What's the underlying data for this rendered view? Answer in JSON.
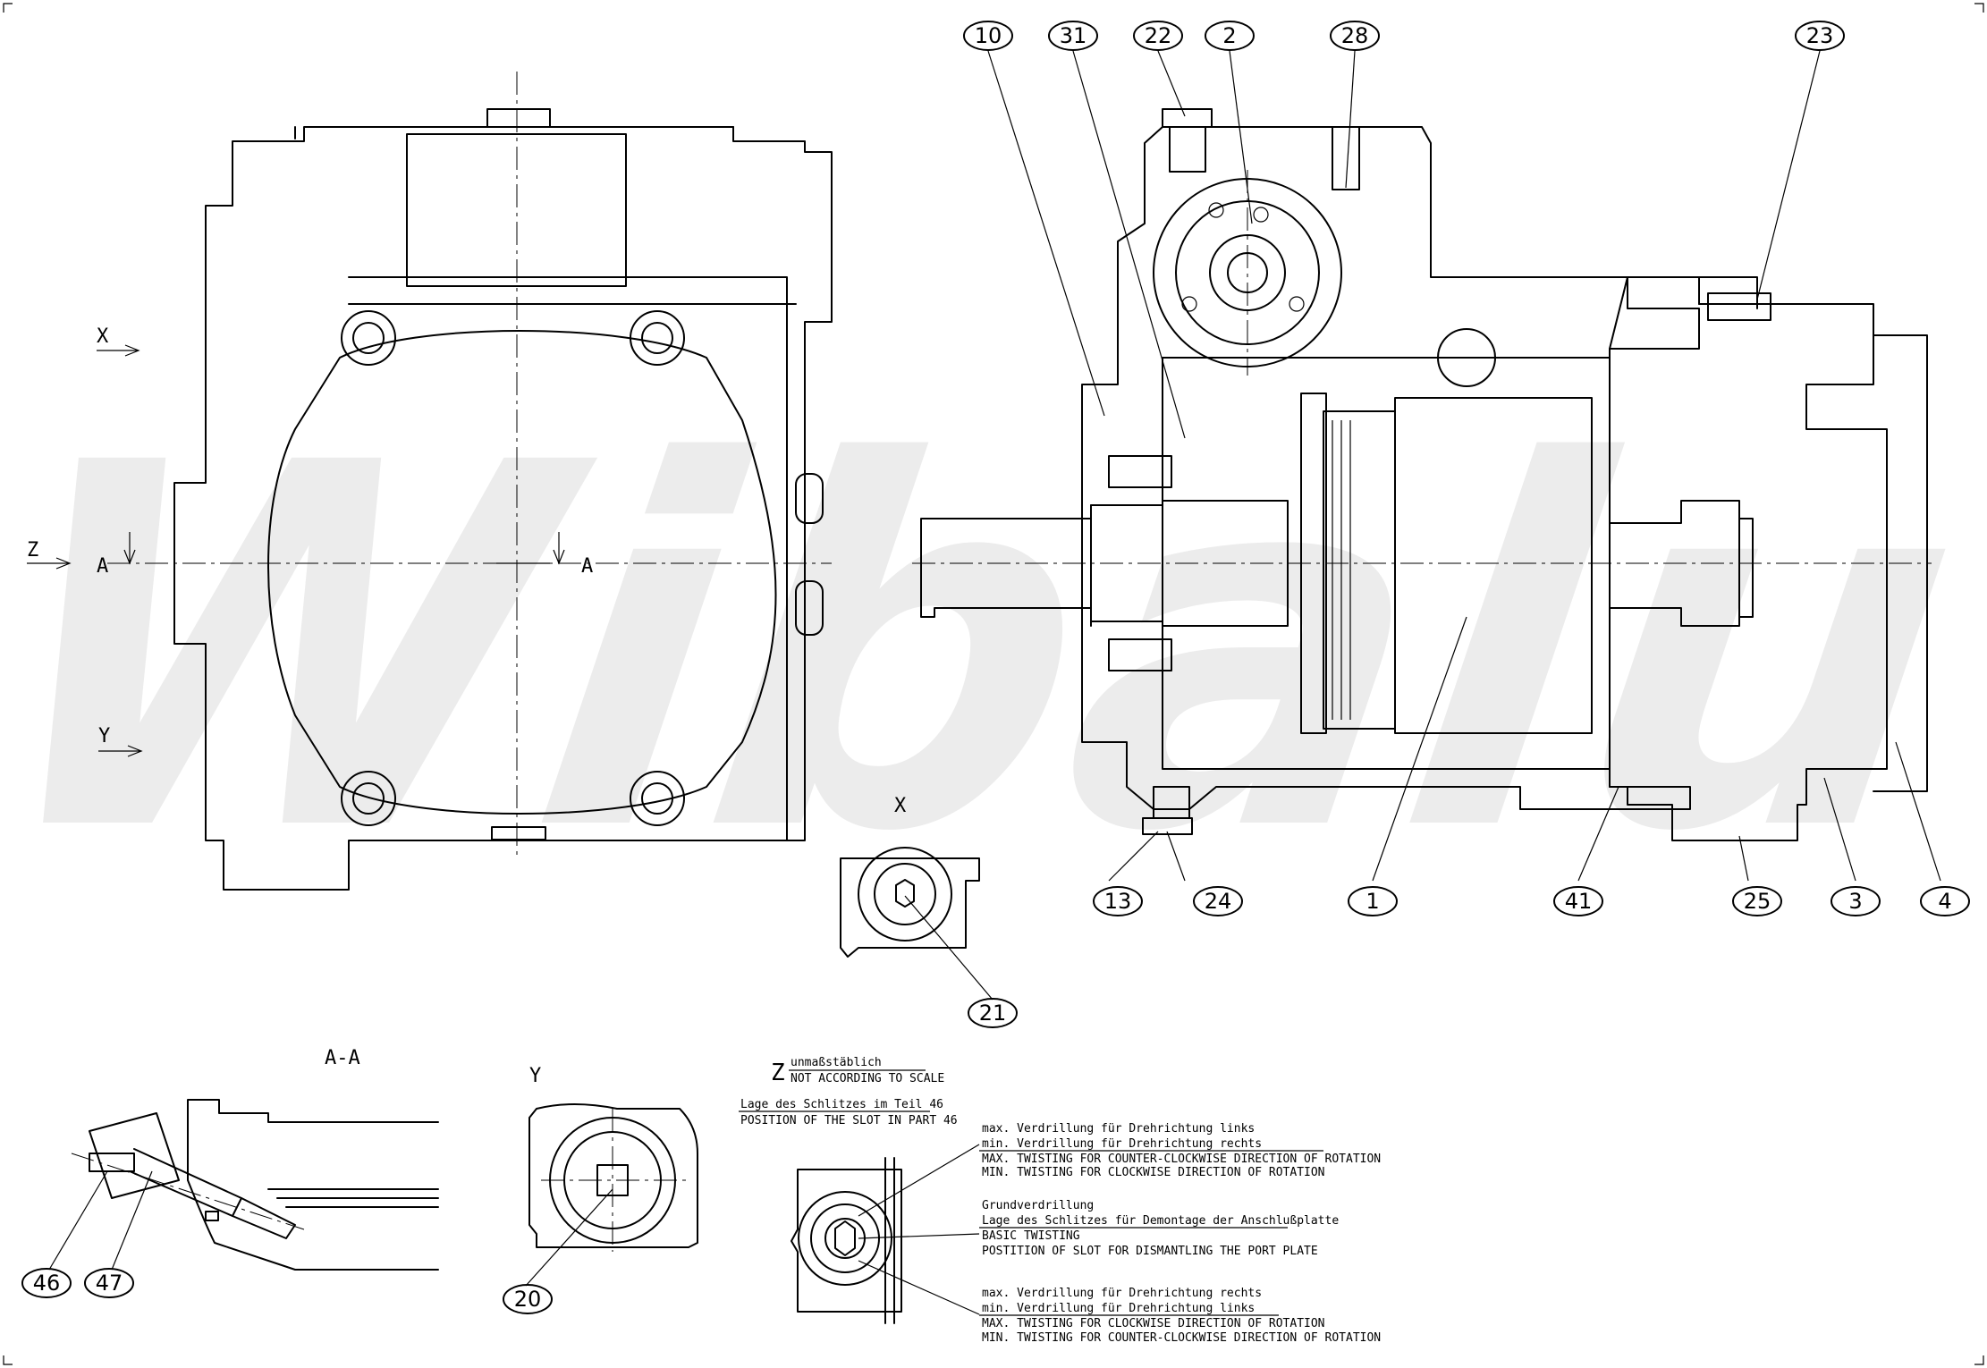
{
  "watermark": "Wibalu",
  "section_markers": {
    "x": "X",
    "y": "Y",
    "z": "Z",
    "a_left": "A",
    "a_right": "A"
  },
  "view_titles": {
    "section_aa": "A-A",
    "view_y": "Y",
    "view_x": "X",
    "view_z_letter": "Z",
    "z_scale_de": "unmaßstäblich",
    "z_scale_en": "NOT ACCORDING TO SCALE",
    "z_slot_de": "Lage des Schlitzes im Teil 46",
    "z_slot_en": "POSITION OF THE SLOT IN PART 46"
  },
  "notes": {
    "n1": "max. Verdrillung für Drehrichtung links",
    "n2": "min. Verdrillung für Drehrichtung rechts",
    "n3": "MAX. TWISTING FOR COUNTER-CLOCKWISE DIRECTION OF ROTATION",
    "n4": "MIN. TWISTING FOR CLOCKWISE DIRECTION OF ROTATION",
    "n5": "Grundverdrillung",
    "n6": "Lage des Schlitzes für Demontage der Anschlußplatte",
    "n7": "BASIC TWISTING",
    "n8": "POSTITION OF SLOT FOR DISMANTLING THE PORT PLATE",
    "n9": "max. Verdrillung für Drehrichtung rechts",
    "n10": "min. Verdrillung für Drehrichtung links",
    "n11": "MAX. TWISTING FOR CLOCKWISE DIRECTION OF ROTATION",
    "n12": "MIN. TWISTING FOR COUNTER-CLOCKWISE DIRECTION OF ROTATION"
  },
  "balloons": {
    "b10": "10",
    "b31": "31",
    "b22": "22",
    "b2": "2",
    "b28": "28",
    "b23": "23",
    "b13": "13",
    "b24": "24",
    "b1": "1",
    "b41": "41",
    "b25": "25",
    "b3": "3",
    "b4": "4",
    "b21": "21",
    "b20": "20",
    "b46": "46",
    "b47": "47"
  }
}
